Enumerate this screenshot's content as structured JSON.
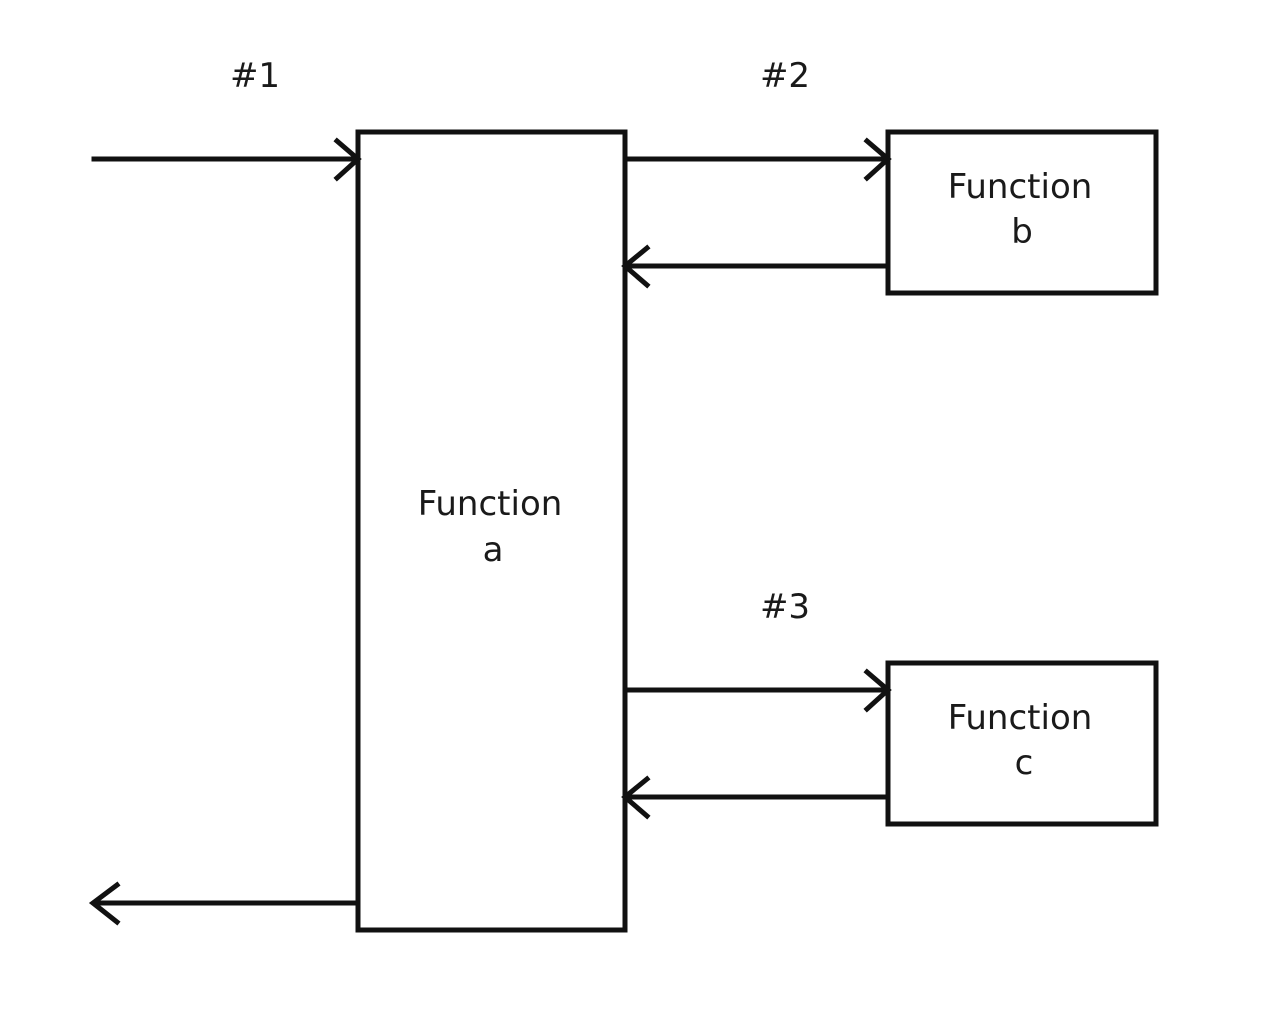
{
  "steps": {
    "one": "#1",
    "two": "#2",
    "three": "#3"
  },
  "boxes": {
    "a": {
      "line1": "Function",
      "line2": "a"
    },
    "b": {
      "line1": "Function",
      "line2": "b"
    },
    "c": {
      "line1": "Function",
      "line2": "c"
    }
  }
}
